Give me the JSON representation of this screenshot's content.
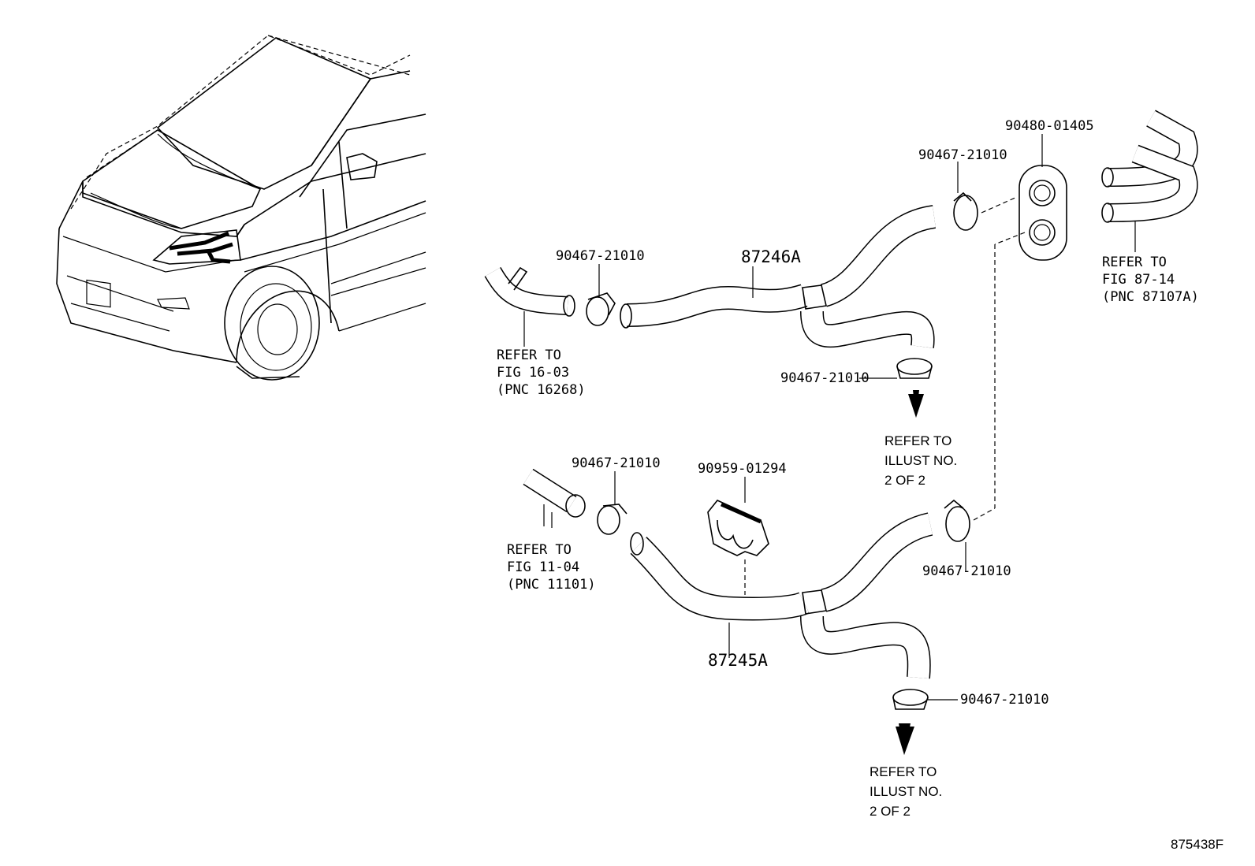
{
  "labels": {
    "grommet": "90480-01405",
    "clamp_top_right": "90467-21010",
    "clamp_top_left": "90467-21010",
    "hose_upper": "87246A",
    "clamp_upper_mid": "90467-21010",
    "clamp_lower_left": "90467-21010",
    "clip": "90959-01294",
    "clamp_lower_right": "90467-21010",
    "hose_lower": "87245A",
    "clamp_lower_bottom": "90467-21010",
    "diagram_id": "875438F"
  },
  "refs": {
    "fig_16_03": [
      "REFER TO",
      "FIG 16-03",
      "(PNC 16268)"
    ],
    "fig_87_14": [
      "REFER TO",
      "FIG 87-14",
      "(PNC 87107A)"
    ],
    "fig_11_04": [
      "REFER TO",
      "FIG 11-04",
      "(PNC 11101)"
    ],
    "illust_upper": [
      "REFER TO",
      "ILLUST NO.",
      "2 OF 2"
    ],
    "illust_lower": [
      "REFER TO",
      "ILLUST NO.",
      "2 OF 2"
    ]
  }
}
